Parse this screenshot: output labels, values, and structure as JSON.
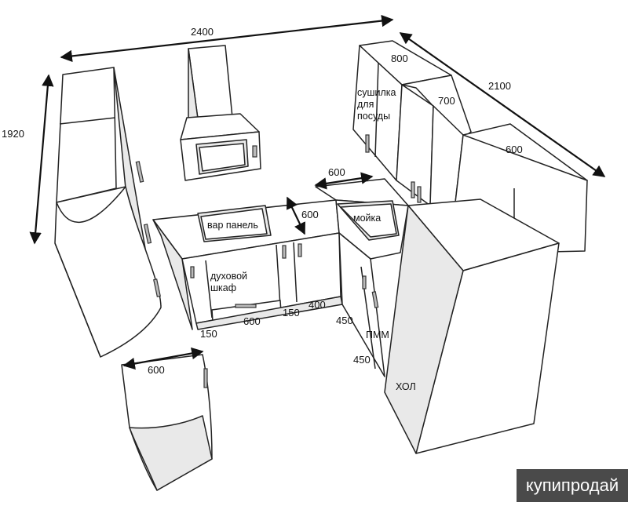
{
  "dimensions": {
    "total_width": "2400",
    "left_height": "1920",
    "right_length": "2100",
    "upper_cabinet_1": "800",
    "upper_cabinet_2": "700",
    "upper_cabinet_3": "600",
    "sink_depth": "600",
    "hob_depth": "600",
    "oven_width": "600",
    "gap_150_a": "150",
    "gap_150_b": "150",
    "cabinet_400": "400",
    "cabinet_450": "450",
    "dishwasher_450": "450",
    "peninsula_depth": "600"
  },
  "labels": {
    "dish_dryer": [
      "сушилка",
      "для",
      "посуды"
    ],
    "cooktop": "вар панель",
    "oven": [
      "духовой",
      "шкаф"
    ],
    "sink": "мойка",
    "dishwasher": "ПММ",
    "fridge": "ХОЛ"
  },
  "watermark": "купипродай"
}
